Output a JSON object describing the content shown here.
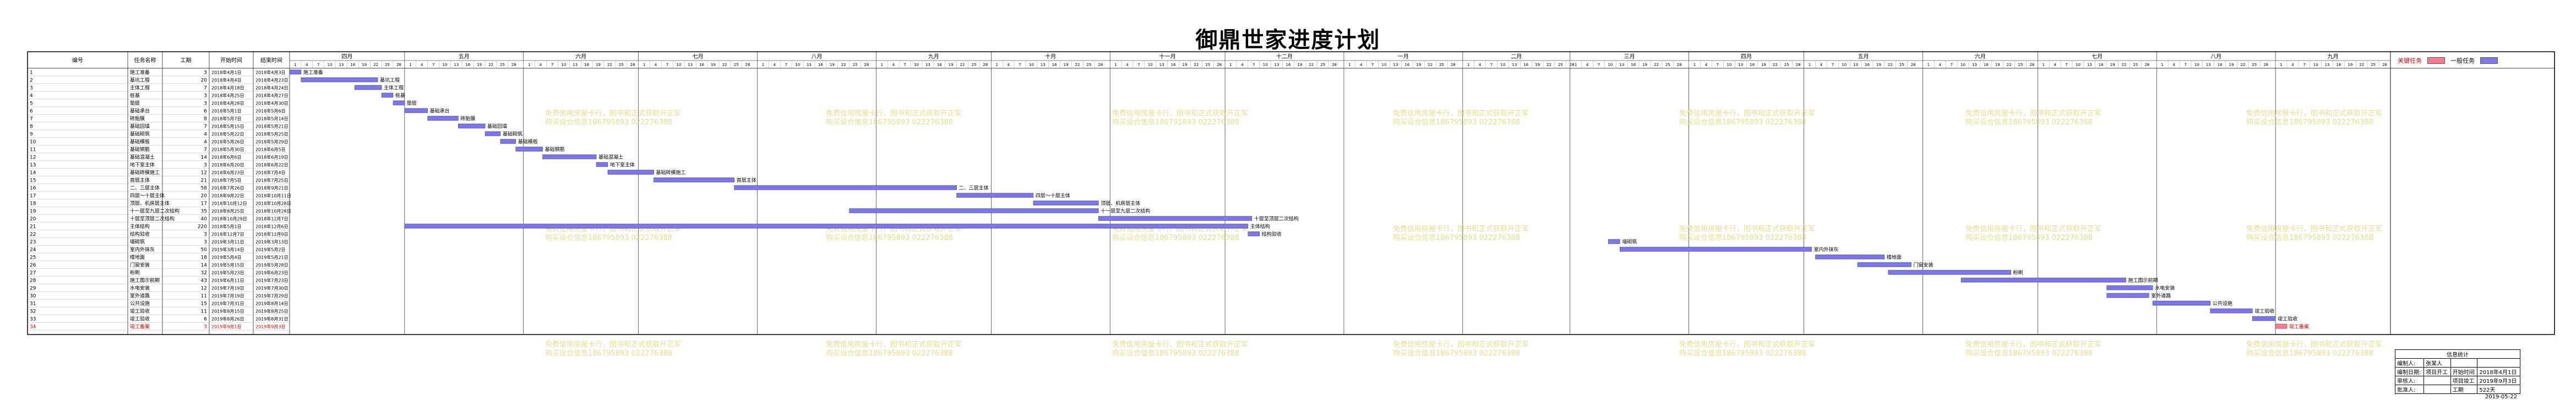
{
  "title": "御鼎世家进度计划",
  "columns": {
    "id": "编号",
    "name": "任务名称",
    "duration": "工期",
    "start": "开始时间",
    "end": "结束时间"
  },
  "legend": {
    "critical_label": "关键任务",
    "normal_label": "一般任务",
    "critical_color": "#ff7b8c",
    "normal_color": "#7b78f0"
  },
  "watermark": {
    "line1": "免费信用房屋卡行，图书和正式获取开正军",
    "line2": "购买设合信息186795893 022276388"
  },
  "timeline": {
    "start_date": "2018-04-01",
    "months": [
      {
        "label": "四月",
        "days": 30
      },
      {
        "label": "五月",
        "days": 31
      },
      {
        "label": "六月",
        "days": 30
      },
      {
        "label": "七月",
        "days": 31
      },
      {
        "label": "八月",
        "days": 31
      },
      {
        "label": "九月",
        "days": 30
      },
      {
        "label": "十月",
        "days": 31
      },
      {
        "label": "十一月",
        "days": 30
      },
      {
        "label": "十二月",
        "days": 31
      },
      {
        "label": "一月",
        "days": 31
      },
      {
        "label": "二月",
        "days": 28
      },
      {
        "label": "三月",
        "days": 31
      },
      {
        "label": "四月",
        "days": 30
      },
      {
        "label": "五月",
        "days": 31
      },
      {
        "label": "六月",
        "days": 30
      },
      {
        "label": "七月",
        "days": 31
      },
      {
        "label": "八月",
        "days": 31
      },
      {
        "label": "九月",
        "days": 30
      }
    ],
    "day_labels": [
      "1",
      "4",
      "7",
      "10",
      "13",
      "16",
      "19",
      "22",
      "25",
      "28"
    ]
  },
  "tasks": [
    {
      "id": "1",
      "name": "施工准备",
      "duration": "3",
      "start": "2018年4月1日",
      "end": "2018年4月3日",
      "s": "2018-04-01",
      "e": "2018-04-03",
      "critical": false
    },
    {
      "id": "2",
      "name": "基坑工程",
      "duration": "20",
      "start": "2018年4月4日",
      "end": "2018年4月23日",
      "s": "2018-04-04",
      "e": "2018-04-23",
      "critical": false
    },
    {
      "id": "3",
      "name": "主体工程",
      "duration": "7",
      "start": "2018年4月18日",
      "end": "2018年4月24日",
      "s": "2018-04-18",
      "e": "2018-04-24",
      "critical": false
    },
    {
      "id": "4",
      "name": "桩基",
      "duration": "3",
      "start": "2018年4月25日",
      "end": "2018年4月27日",
      "s": "2018-04-25",
      "e": "2018-04-27",
      "critical": false
    },
    {
      "id": "5",
      "name": "垫层",
      "duration": "3",
      "start": "2018年4月28日",
      "end": "2018年4月30日",
      "s": "2018-04-28",
      "e": "2018-04-30",
      "critical": false
    },
    {
      "id": "6",
      "name": "基础承台",
      "duration": "6",
      "start": "2018年5月1日",
      "end": "2018年5月6日",
      "s": "2018-05-01",
      "e": "2018-05-06",
      "critical": false
    },
    {
      "id": "7",
      "name": "砖胎膜",
      "duration": "8",
      "start": "2018年5月7日",
      "end": "2018年5月14日",
      "s": "2018-05-07",
      "e": "2018-05-14",
      "critical": false
    },
    {
      "id": "8",
      "name": "基础回填",
      "duration": "7",
      "start": "2018年5月15日",
      "end": "2018年5月21日",
      "s": "2018-05-15",
      "e": "2018-05-21",
      "critical": false
    },
    {
      "id": "9",
      "name": "基础砌筑",
      "duration": "4",
      "start": "2018年5月22日",
      "end": "2018年5月25日",
      "s": "2018-05-22",
      "e": "2018-05-25",
      "critical": false
    },
    {
      "id": "10",
      "name": "基础模板",
      "duration": "4",
      "start": "2018年5月26日",
      "end": "2018年5月29日",
      "s": "2018-05-26",
      "e": "2018-05-29",
      "critical": false
    },
    {
      "id": "11",
      "name": "基础钢筋",
      "duration": "7",
      "start": "2018年5月30日",
      "end": "2018年6月5日",
      "s": "2018-05-30",
      "e": "2018-06-05",
      "critical": false
    },
    {
      "id": "12",
      "name": "基础混凝土",
      "duration": "14",
      "start": "2018年6月6日",
      "end": "2018年6月19日",
      "s": "2018-06-06",
      "e": "2018-06-19",
      "critical": false
    },
    {
      "id": "13",
      "name": "地下室主体",
      "duration": "3",
      "start": "2018年6月20日",
      "end": "2018年6月22日",
      "s": "2018-06-20",
      "e": "2018-06-22",
      "critical": false
    },
    {
      "id": "14",
      "name": "基础砖模施工",
      "duration": "12",
      "start": "2018年6月23日",
      "end": "2018年7月4日",
      "s": "2018-06-23",
      "e": "2018-07-04",
      "critical": false
    },
    {
      "id": "15",
      "name": "首层主体",
      "duration": "21",
      "start": "2018年7月5日",
      "end": "2018年7月25日",
      "s": "2018-07-05",
      "e": "2018-07-25",
      "critical": false
    },
    {
      "id": "16",
      "name": "二、三层主体",
      "duration": "58",
      "start": "2018年7月26日",
      "end": "2018年9月21日",
      "s": "2018-07-26",
      "e": "2018-09-21",
      "critical": false
    },
    {
      "id": "17",
      "name": "四层～十层主体",
      "duration": "20",
      "start": "2018年9月22日",
      "end": "2018年10月11日",
      "s": "2018-09-22",
      "e": "2018-10-11",
      "critical": false
    },
    {
      "id": "18",
      "name": "顶层、机房层主体",
      "duration": "17",
      "start": "2018年10月12日",
      "end": "2018年10月28日",
      "s": "2018-10-12",
      "e": "2018-10-28",
      "critical": false
    },
    {
      "id": "19",
      "name": "十一层至九层二次结构",
      "duration": "35",
      "start": "2018年8月25日",
      "end": "2018年10月28日",
      "s": "2018-08-25",
      "e": "2018-10-28",
      "critical": false
    },
    {
      "id": "20",
      "name": "十层至顶层二次结构",
      "duration": "40",
      "start": "2018年10月29日",
      "end": "2018年12月7日",
      "s": "2018-10-29",
      "e": "2018-12-07",
      "critical": false
    },
    {
      "id": "21",
      "name": "主体结构",
      "duration": "220",
      "start": "2018年5月1日",
      "end": "2018年12月6日",
      "s": "2018-05-01",
      "e": "2018-12-06",
      "critical": false
    },
    {
      "id": "22",
      "name": "结构验收",
      "duration": "3",
      "start": "2018年12月7日",
      "end": "2018年12月9日",
      "s": "2018-12-07",
      "e": "2018-12-09",
      "critical": false
    },
    {
      "id": "23",
      "name": "墙砌筑",
      "duration": "3",
      "start": "2019年3月11日",
      "end": "2019年3月13日",
      "s": "2019-03-11",
      "e": "2019-03-13",
      "critical": false
    },
    {
      "id": "24",
      "name": "室内外抹灰",
      "duration": "50",
      "start": "2019年3月14日",
      "end": "2019年5月2日",
      "s": "2019-03-14",
      "e": "2019-05-02",
      "critical": false
    },
    {
      "id": "25",
      "name": "楼地面",
      "duration": "18",
      "start": "2019年5月4日",
      "end": "2019年5月21日",
      "s": "2019-05-04",
      "e": "2019-05-21",
      "critical": false
    },
    {
      "id": "26",
      "name": "门窗安装",
      "duration": "14",
      "start": "2019年5月15日",
      "end": "2019年5月28日",
      "s": "2019-05-15",
      "e": "2019-05-28",
      "critical": false
    },
    {
      "id": "27",
      "name": "粉刷",
      "duration": "32",
      "start": "2019年5月23日",
      "end": "2019年6月23日",
      "s": "2019-05-23",
      "e": "2019-06-23",
      "critical": false
    },
    {
      "id": "28",
      "name": "施工图示前期",
      "duration": "43",
      "start": "2019年6月11日",
      "end": "2019年7月23日",
      "s": "2019-06-11",
      "e": "2019-07-23",
      "critical": false
    },
    {
      "id": "29",
      "name": "水电安装",
      "duration": "12",
      "start": "2019年7月19日",
      "end": "2019年7月30日",
      "s": "2019-07-19",
      "e": "2019-07-30",
      "critical": false
    },
    {
      "id": "30",
      "name": "室外道路",
      "duration": "11",
      "start": "2019年7月19日",
      "end": "2019年7月29日",
      "s": "2019-07-19",
      "e": "2019-07-29",
      "critical": false
    },
    {
      "id": "31",
      "name": "公共设施",
      "duration": "15",
      "start": "2019年7月31日",
      "end": "2019年8月14日",
      "s": "2019-07-31",
      "e": "2019-08-14",
      "critical": false
    },
    {
      "id": "32",
      "name": "竣工验收",
      "duration": "11",
      "start": "2019年8月15日",
      "end": "2019年8月25日",
      "s": "2019-08-15",
      "e": "2019-08-25",
      "critical": false
    },
    {
      "id": "33",
      "name": "竣工验收",
      "duration": "6",
      "start": "2019年8月26日",
      "end": "2019年8月31日",
      "s": "2019-08-26",
      "e": "2019-08-31",
      "critical": false
    },
    {
      "id": "34",
      "name": "竣工备案",
      "duration": "3",
      "start": "2019年9月1日",
      "end": "2019年9月3日",
      "s": "2019-09-01",
      "e": "2019-09-03",
      "critical": true
    }
  ],
  "info": {
    "heading": "信息统计",
    "rows": [
      {
        "k1": "编制人:",
        "v1": "张某人",
        "k2": "",
        "v2": ""
      },
      {
        "k1": "编制日期:",
        "v1": "项目开工",
        "k2": "开始时间",
        "v2": "2018年4月1日"
      },
      {
        "k1": "审核人:",
        "v1": "",
        "k2": "项目竣工",
        "v2": "2019年9月3日"
      },
      {
        "k1": "批准人:",
        "v1": "",
        "k2": "工期",
        "v2": "522天"
      }
    ],
    "date": "2019-05-22"
  }
}
